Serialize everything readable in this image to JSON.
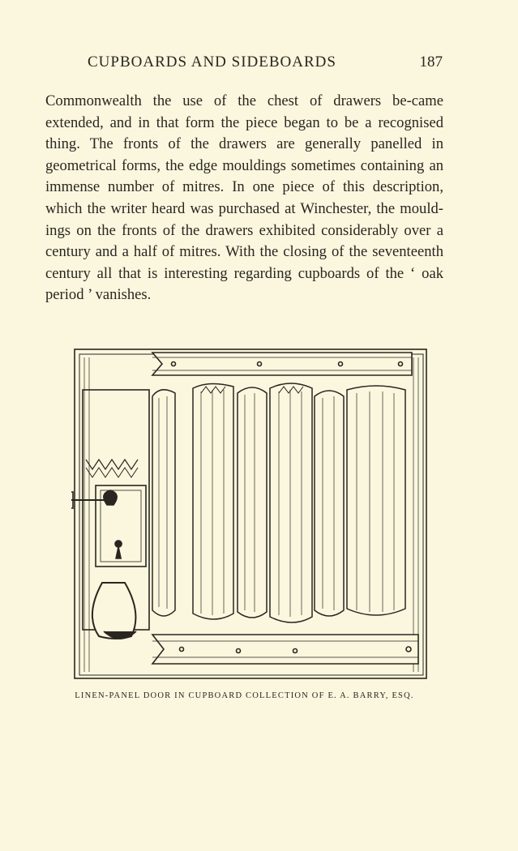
{
  "running_head": {
    "title": "CUPBOARDS AND SIDEBOARDS",
    "page_number": "187"
  },
  "body": {
    "paragraph": "Commonwealth the use of the chest of drawers be-came extended, and in that form the piece began to be a recognised thing. The fronts of the drawers are generally panelled in geometrical forms, the edge mouldings sometimes containing an immense number of mitres. In one piece of this description, which the writer heard was purchased at Winchester, the mould-ings on the fronts of the drawers exhibited considerably over a century and a half of mitres. With the closing of the seventeenth century all that is interesting regarding cupboards of the ‘ oak period ’ vanishes."
  },
  "figure": {
    "caption": "LINEN-PANEL DOOR IN CUPBOARD COLLECTION OF E. A. BARRY, ESQ."
  }
}
